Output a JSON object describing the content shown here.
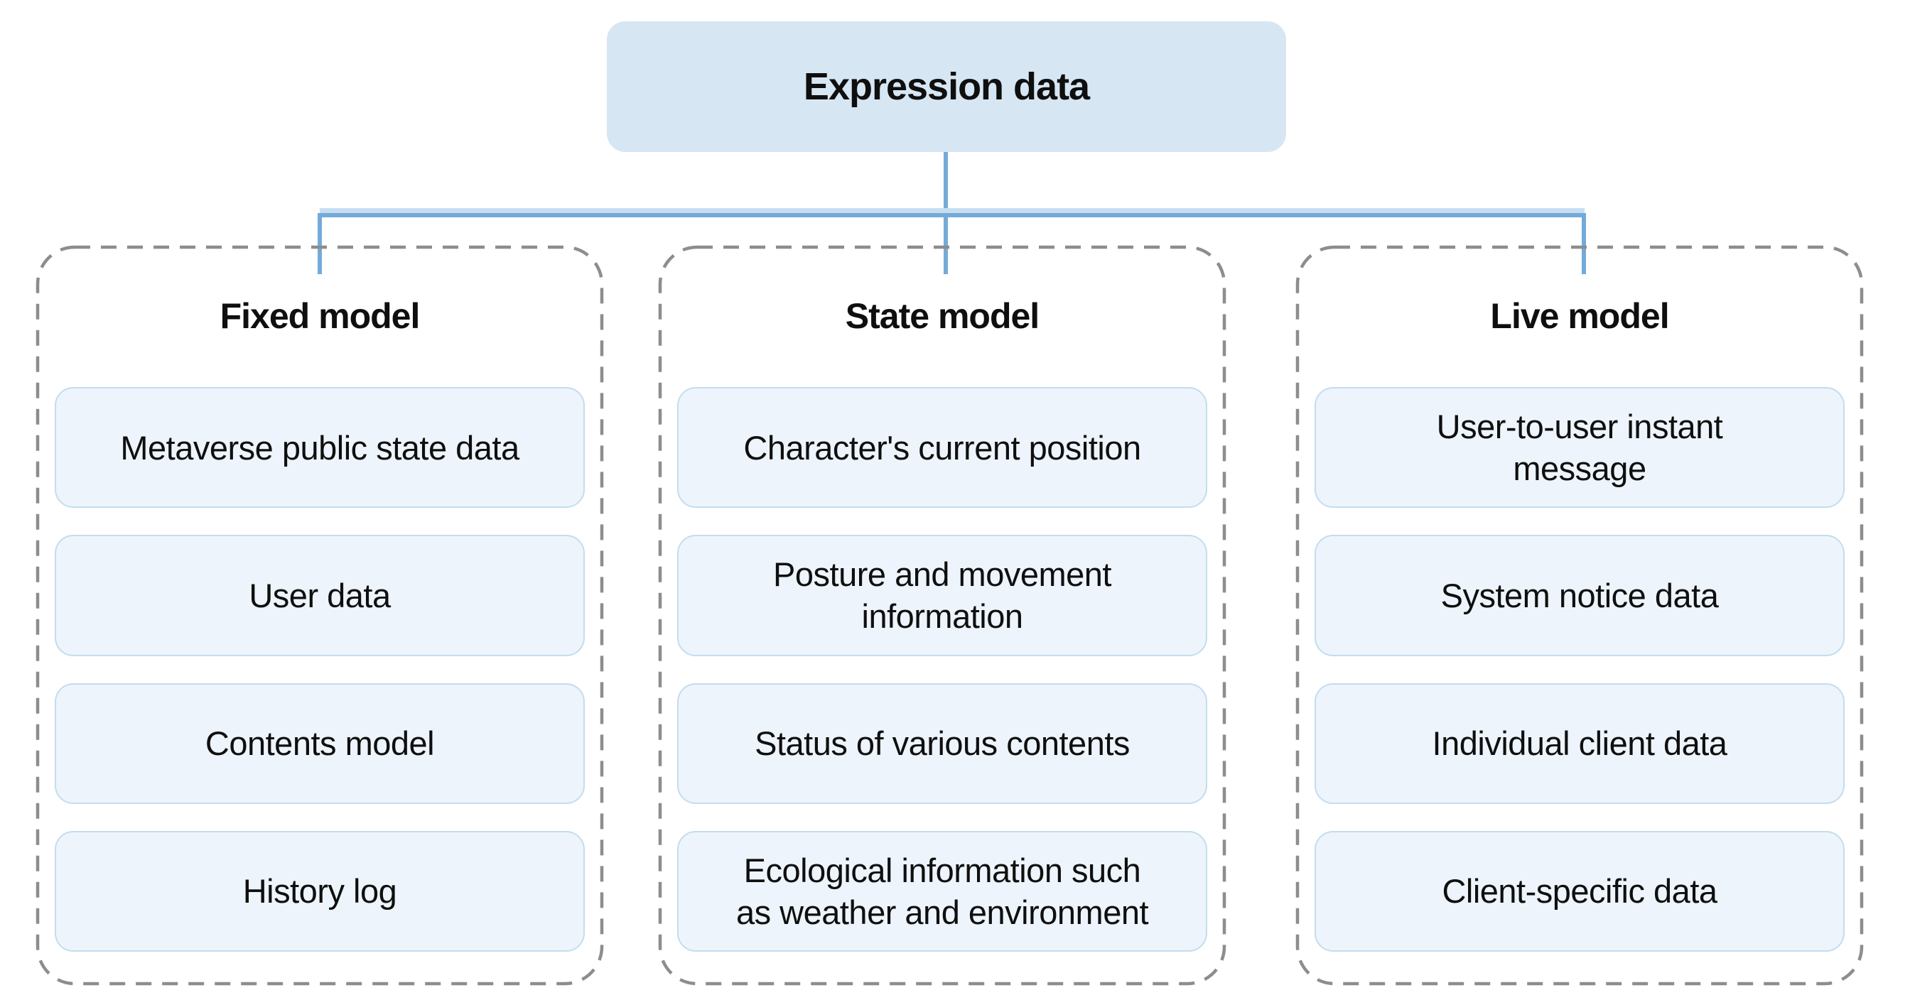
{
  "root": {
    "label": "Expression data"
  },
  "groups": [
    {
      "title": "Fixed model",
      "items": [
        "Metaverse public state data",
        "User data",
        "Contents model",
        "History log"
      ]
    },
    {
      "title": "State model",
      "items": [
        "Character's current position",
        "Posture and movement\ninformation",
        "Status of various contents",
        "Ecological information such\nas weather and environment"
      ]
    },
    {
      "title": "Live model",
      "items": [
        "User-to-user instant\nmessage",
        "System notice data",
        "Individual client data",
        "Client-specific data"
      ]
    }
  ],
  "colors": {
    "node-fill": "#D7E6F3",
    "item-fill": "#EDF4FB",
    "item-border": "#C3DDEF",
    "dash-border": "#8D8D8D",
    "connector": "#74AAD9",
    "connector-light": "#C7DEF1",
    "text": "#0F0F0F"
  }
}
